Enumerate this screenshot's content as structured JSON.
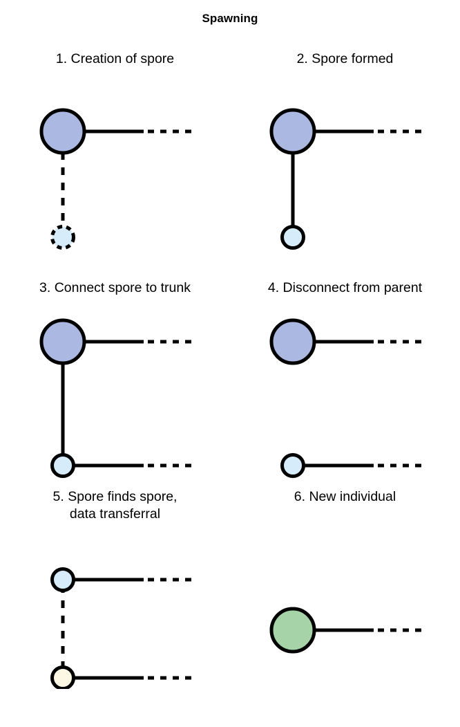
{
  "title": "Spawning",
  "colors": {
    "parent_node": "#aab8e2",
    "spore_node": "#d7ecfa",
    "transferred_node": "#fdf8e3",
    "new_individual_node": "#a6d4a8",
    "stroke": "#000000",
    "background": "#ffffff"
  },
  "panels": [
    {
      "id": "panel-1",
      "caption": "1. Creation of spore",
      "nodes": [
        {
          "name": "parent-node",
          "fill": "#aab8e2",
          "size": "large",
          "outline": "solid"
        },
        {
          "name": "spore-node",
          "fill": "#d7ecfa",
          "size": "small",
          "outline": "dashed"
        }
      ],
      "links": [
        {
          "name": "trunk-link",
          "orientation": "horizontal",
          "style": "solid-then-dashed"
        },
        {
          "name": "parent-to-spore-link",
          "orientation": "vertical",
          "style": "dashed"
        }
      ]
    },
    {
      "id": "panel-2",
      "caption": "2. Spore formed",
      "nodes": [
        {
          "name": "parent-node",
          "fill": "#aab8e2",
          "size": "large",
          "outline": "solid"
        },
        {
          "name": "spore-node",
          "fill": "#d7ecfa",
          "size": "small",
          "outline": "solid"
        }
      ],
      "links": [
        {
          "name": "trunk-link",
          "orientation": "horizontal",
          "style": "solid-then-dashed"
        },
        {
          "name": "parent-to-spore-link",
          "orientation": "vertical",
          "style": "solid"
        }
      ]
    },
    {
      "id": "panel-3",
      "caption": "3. Connect spore to trunk",
      "nodes": [
        {
          "name": "parent-node",
          "fill": "#aab8e2",
          "size": "large",
          "outline": "solid"
        },
        {
          "name": "spore-node",
          "fill": "#d7ecfa",
          "size": "small",
          "outline": "solid"
        }
      ],
      "links": [
        {
          "name": "trunk-link",
          "orientation": "horizontal",
          "style": "solid-then-dashed"
        },
        {
          "name": "parent-to-spore-link",
          "orientation": "vertical",
          "style": "solid"
        },
        {
          "name": "spore-trunk-link",
          "orientation": "horizontal",
          "style": "solid-then-dashed"
        }
      ]
    },
    {
      "id": "panel-4",
      "caption": "4. Disconnect from parent",
      "nodes": [
        {
          "name": "parent-node",
          "fill": "#aab8e2",
          "size": "large",
          "outline": "solid"
        },
        {
          "name": "spore-node",
          "fill": "#d7ecfa",
          "size": "small",
          "outline": "solid"
        }
      ],
      "links": [
        {
          "name": "trunk-link",
          "orientation": "horizontal",
          "style": "solid-then-dashed"
        },
        {
          "name": "spore-trunk-link",
          "orientation": "horizontal",
          "style": "solid-then-dashed"
        }
      ]
    },
    {
      "id": "panel-5",
      "caption": "5. Spore finds spore,\ndata transferral",
      "nodes": [
        {
          "name": "spore-node",
          "fill": "#d7ecfa",
          "size": "small",
          "outline": "solid"
        },
        {
          "name": "partner-spore-node",
          "fill": "#fdf8e3",
          "size": "small",
          "outline": "solid"
        }
      ],
      "links": [
        {
          "name": "spore-trunk-link",
          "orientation": "horizontal",
          "style": "solid-then-dashed"
        },
        {
          "name": "data-transfer-link",
          "orientation": "vertical",
          "style": "dashed"
        },
        {
          "name": "partner-trunk-link",
          "orientation": "horizontal",
          "style": "solid-then-dashed"
        }
      ]
    },
    {
      "id": "panel-6",
      "caption": "6. New individual",
      "nodes": [
        {
          "name": "new-individual-node",
          "fill": "#a6d4a8",
          "size": "large",
          "outline": "solid"
        }
      ],
      "links": [
        {
          "name": "trunk-link",
          "orientation": "horizontal",
          "style": "solid-then-dashed"
        }
      ]
    }
  ]
}
